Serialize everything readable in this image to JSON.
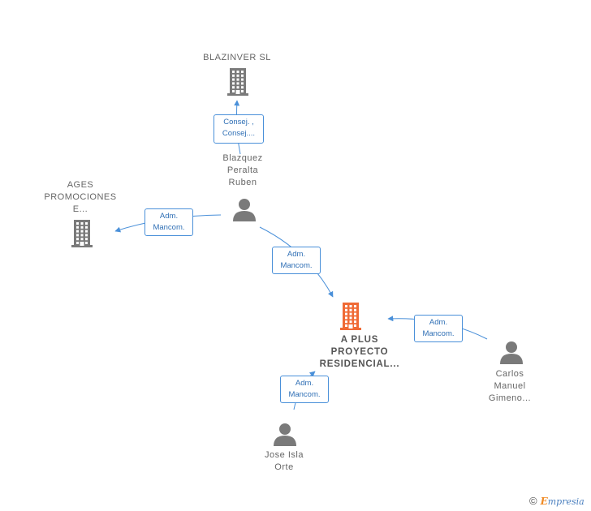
{
  "nodes": {
    "blazinver": {
      "type": "company",
      "lines": [
        "BLAZINVER  SL"
      ]
    },
    "ages": {
      "type": "company",
      "lines": [
        "AGES",
        "PROMOCIONES",
        "E..."
      ]
    },
    "aplus": {
      "type": "company-main",
      "lines": [
        "A PLUS",
        "PROYECTO",
        "RESIDENCIAL..."
      ]
    },
    "blazquez": {
      "type": "person",
      "lines": [
        "Blazquez",
        "Peralta",
        "Ruben"
      ]
    },
    "carlos": {
      "type": "person",
      "lines": [
        "Carlos",
        "Manuel",
        "Gimeno..."
      ]
    },
    "jose": {
      "type": "person",
      "lines": [
        "Jose Isla",
        "Orte"
      ]
    }
  },
  "edges": [
    {
      "from": "blazquez",
      "to": "blazinver",
      "lines": [
        "Consej. ,",
        "Consej...."
      ]
    },
    {
      "from": "blazquez",
      "to": "ages",
      "lines": [
        "Adm.",
        "Mancom."
      ]
    },
    {
      "from": "blazquez",
      "to": "aplus",
      "lines": [
        "Adm.",
        "Mancom."
      ]
    },
    {
      "from": "carlos",
      "to": "aplus",
      "lines": [
        "Adm.",
        "Mancom."
      ]
    },
    {
      "from": "jose",
      "to": "aplus",
      "lines": [
        "Adm.",
        "Mancom."
      ]
    }
  ],
  "colors": {
    "edge": "#4a90d9",
    "company_icon": "#7a7a7a",
    "main_company_icon": "#f06a35",
    "person_icon": "#7a7a7a"
  },
  "footer": {
    "copyright": "©",
    "brand_initial": "E",
    "brand_rest": "mpresia"
  }
}
